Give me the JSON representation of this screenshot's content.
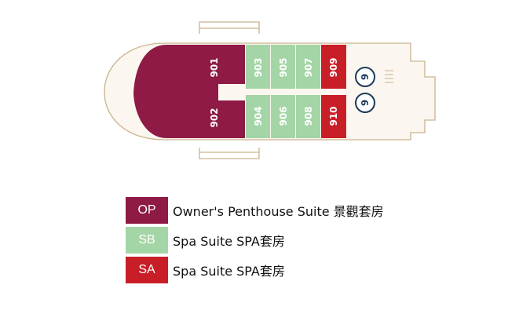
{
  "colors": {
    "op": "#8e1a45",
    "sb": "#a4d5a6",
    "sa": "#c81e28",
    "hull_fill": "#fbf6ef",
    "hull_stroke": "#c9b38d",
    "lift_ring": "#1c3b5c"
  },
  "deck": {
    "cabins": {
      "c901": "901",
      "c902": "902",
      "c903": "903",
      "c904": "904",
      "c905": "905",
      "c906": "906",
      "c907": "907",
      "c908": "908",
      "c909": "909",
      "c910": "910"
    },
    "lifts": {
      "upper": "9",
      "lower": "9"
    }
  },
  "legend": [
    {
      "code": "OP",
      "label": "Owner's Penthouse Suite 景觀套房",
      "color": "#8e1a45"
    },
    {
      "code": "SB",
      "label": "Spa Suite SPA套房",
      "color": "#a4d5a6"
    },
    {
      "code": "SA",
      "label": "Spa Suite SPA套房",
      "color": "#c81e28"
    }
  ]
}
